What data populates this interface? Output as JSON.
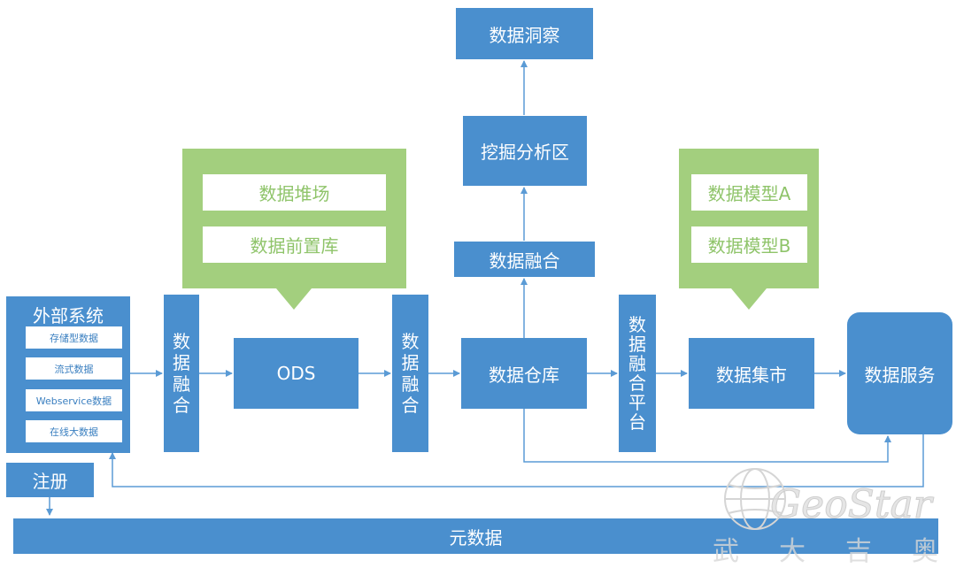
{
  "external_system": {
    "title": "外部系统",
    "items": [
      "存储型数据",
      "流式数据",
      "Webservice数据",
      "在线大数据"
    ]
  },
  "register": "注册",
  "metadata": "元数据",
  "fusion_left": [
    "数",
    "据",
    "融",
    "合"
  ],
  "fusion_middle": [
    "数",
    "据",
    "融",
    "合"
  ],
  "fusion_platform": [
    "数",
    "据",
    "融",
    "合",
    "平",
    "台"
  ],
  "ods": "ODS",
  "ods_group": [
    "数据堆场",
    "数据前置库"
  ],
  "warehouse": "数据仓库",
  "fusion_top": "数据融合",
  "mining": "挖掘分析区",
  "insight": "数据洞察",
  "mart": "数据集市",
  "mart_group": [
    "数据模型A",
    "数据模型B"
  ],
  "service": "数据服务",
  "watermark": {
    "brand": "GeoStar",
    "chars": [
      "武",
      "大",
      "吉",
      "奥"
    ]
  },
  "colors": {
    "blue": "#4a8fce",
    "green": "#a3cf7e",
    "arrow": "#5b9bd5"
  }
}
